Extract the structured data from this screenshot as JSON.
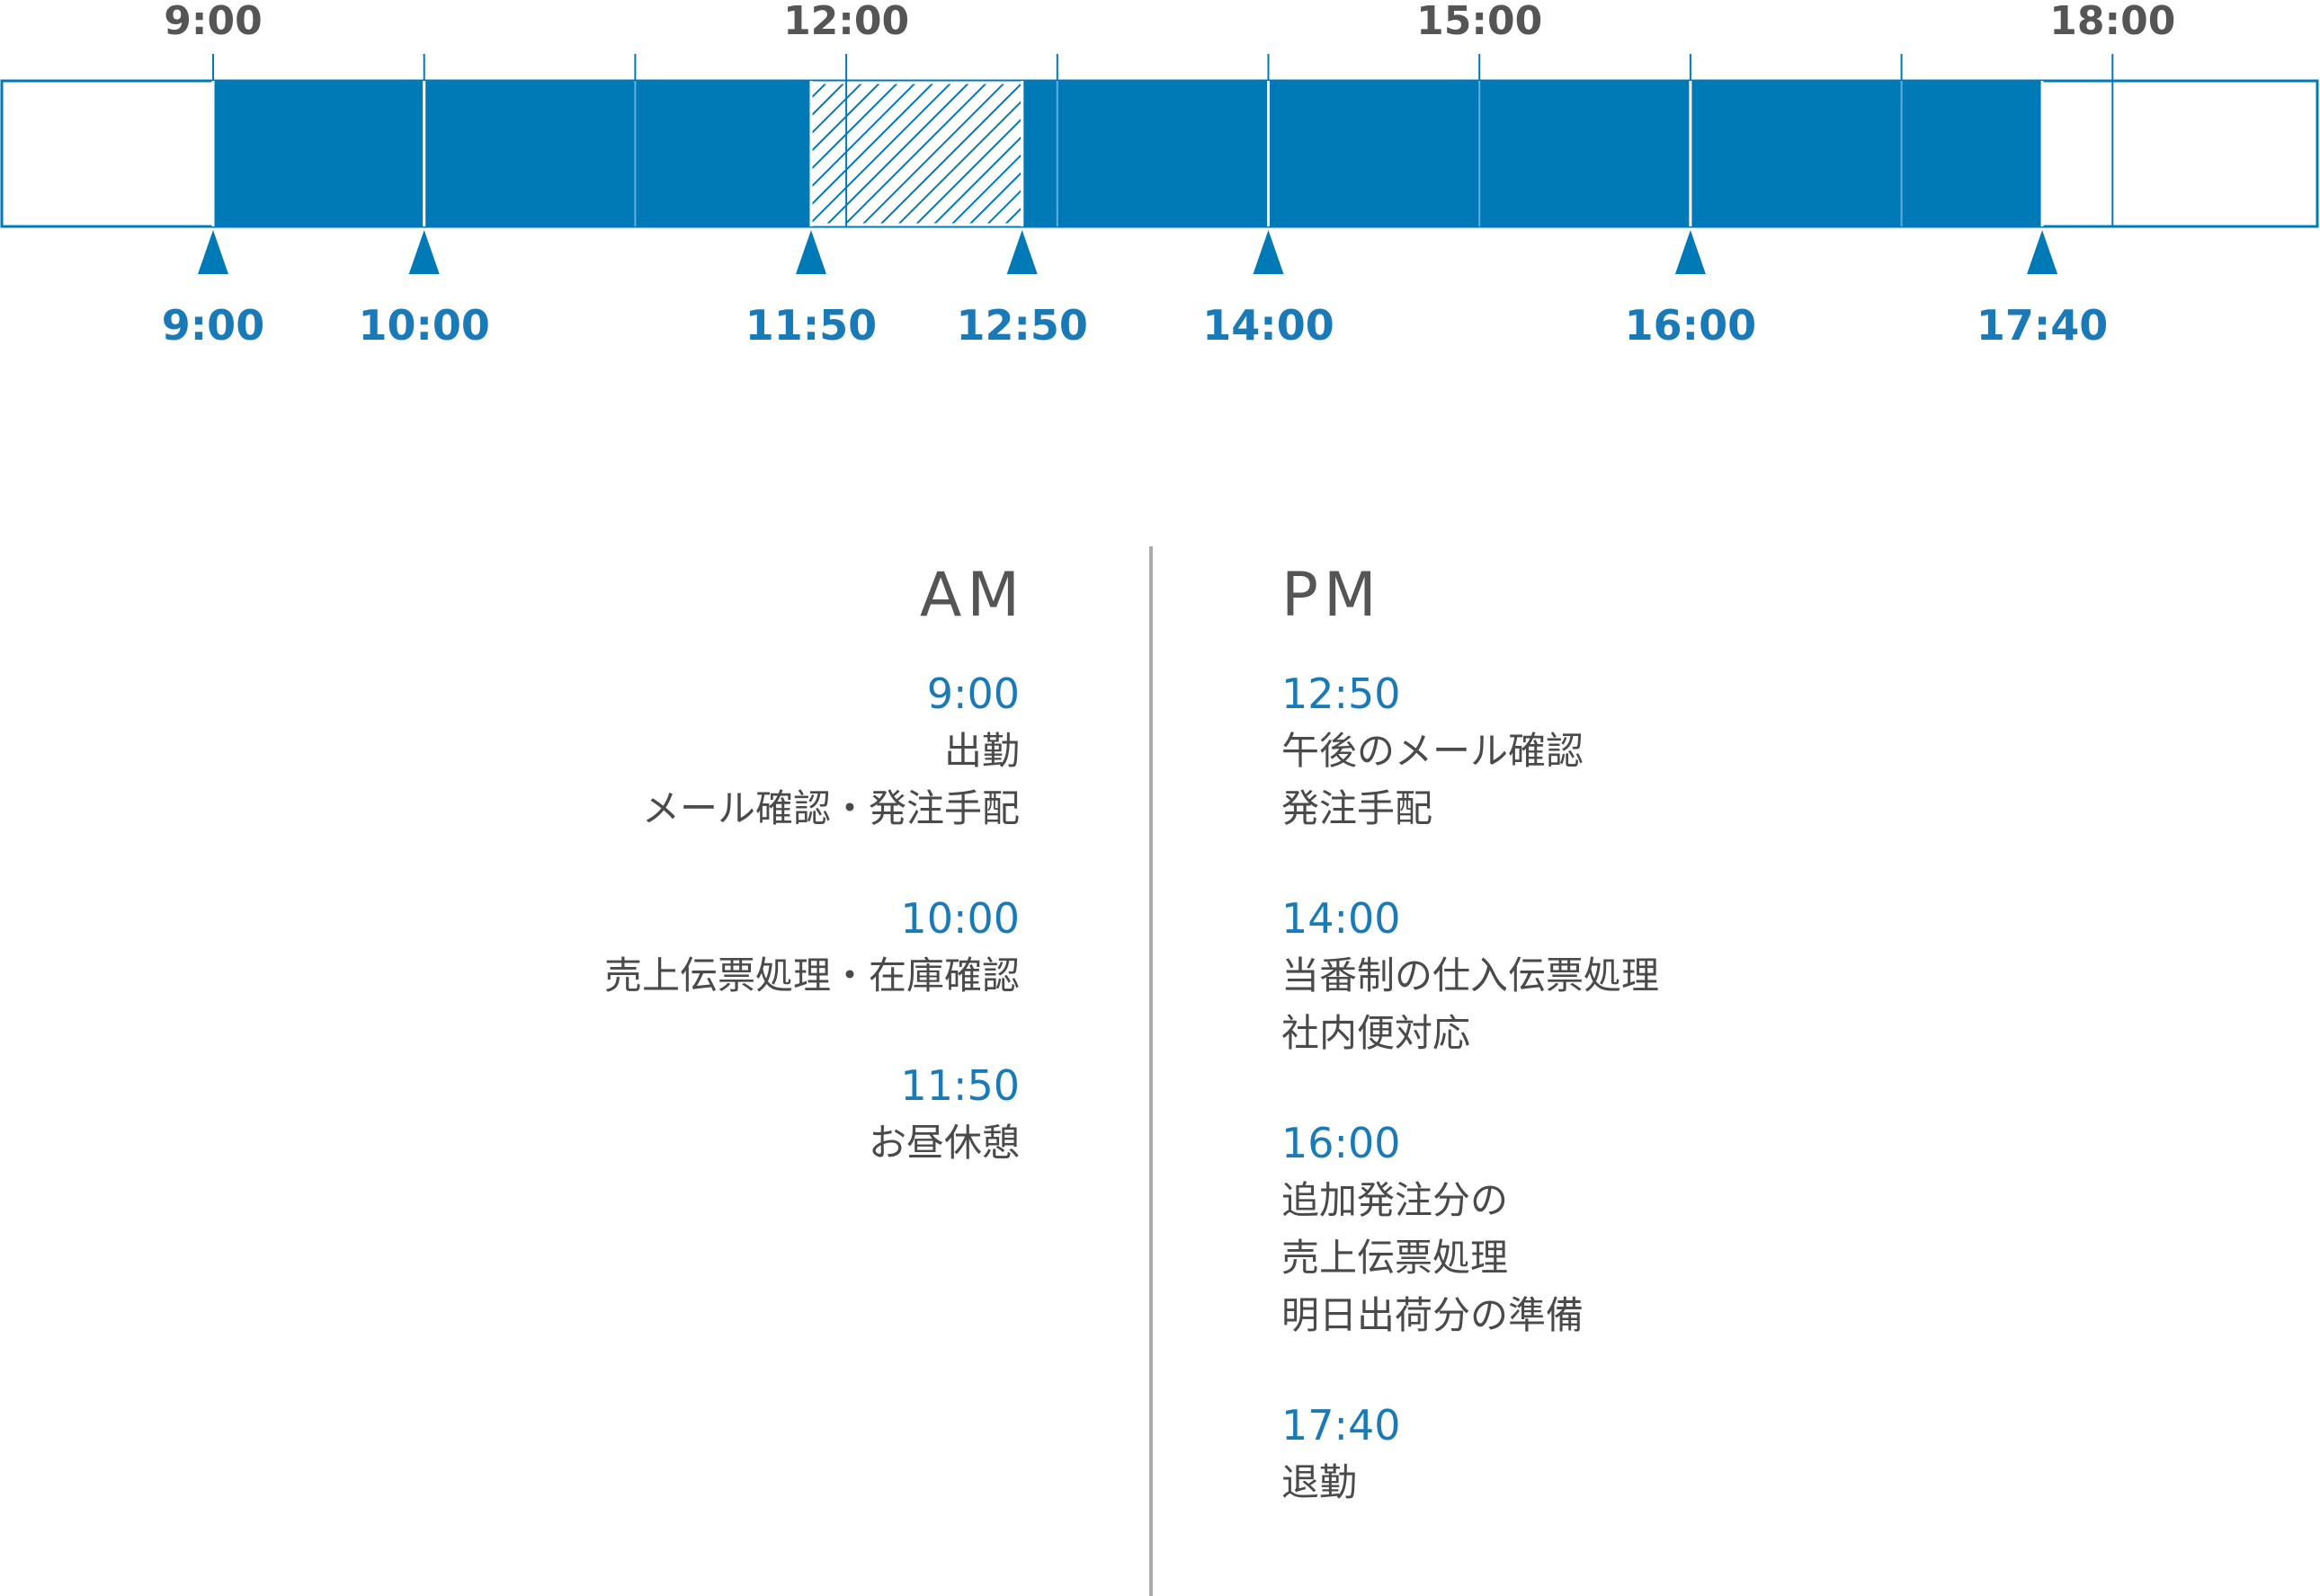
{
  "timeline": {
    "axis_ticks": [
      "9:00",
      "12:00",
      "15:00",
      "18:00"
    ],
    "markers": [
      "9:00",
      "10:00",
      "11:50",
      "12:50",
      "14:00",
      "16:00",
      "17:40"
    ],
    "work_period": {
      "start": "9:00",
      "end": "17:40"
    },
    "break_period": {
      "start": "11:50",
      "end": "12:50"
    },
    "colors": {
      "bar": "#0079b7",
      "text_blue": "#1a7ab8",
      "text_gray": "#555555"
    }
  },
  "am": {
    "heading": "AM",
    "entries": [
      {
        "time": "9:00",
        "lines": [
          "出勤",
          "メール確認・発注手配"
        ]
      },
      {
        "time": "10:00",
        "lines": [
          "売上伝票処理・在庫確認"
        ]
      },
      {
        "time": "11:50",
        "lines": [
          "お昼休憩"
        ]
      }
    ]
  },
  "pm": {
    "heading": "PM",
    "entries": [
      {
        "time": "12:50",
        "lines": [
          "午後のメール確認",
          "発注手配"
        ]
      },
      {
        "time": "14:00",
        "lines": [
          "当番制の仕入伝票処理",
          "社内便対応"
        ]
      },
      {
        "time": "16:00",
        "lines": [
          "追加発注分の",
          "売上伝票処理",
          "明日出荷分の準備"
        ]
      },
      {
        "time": "17:40",
        "lines": [
          "退勤"
        ]
      }
    ]
  }
}
